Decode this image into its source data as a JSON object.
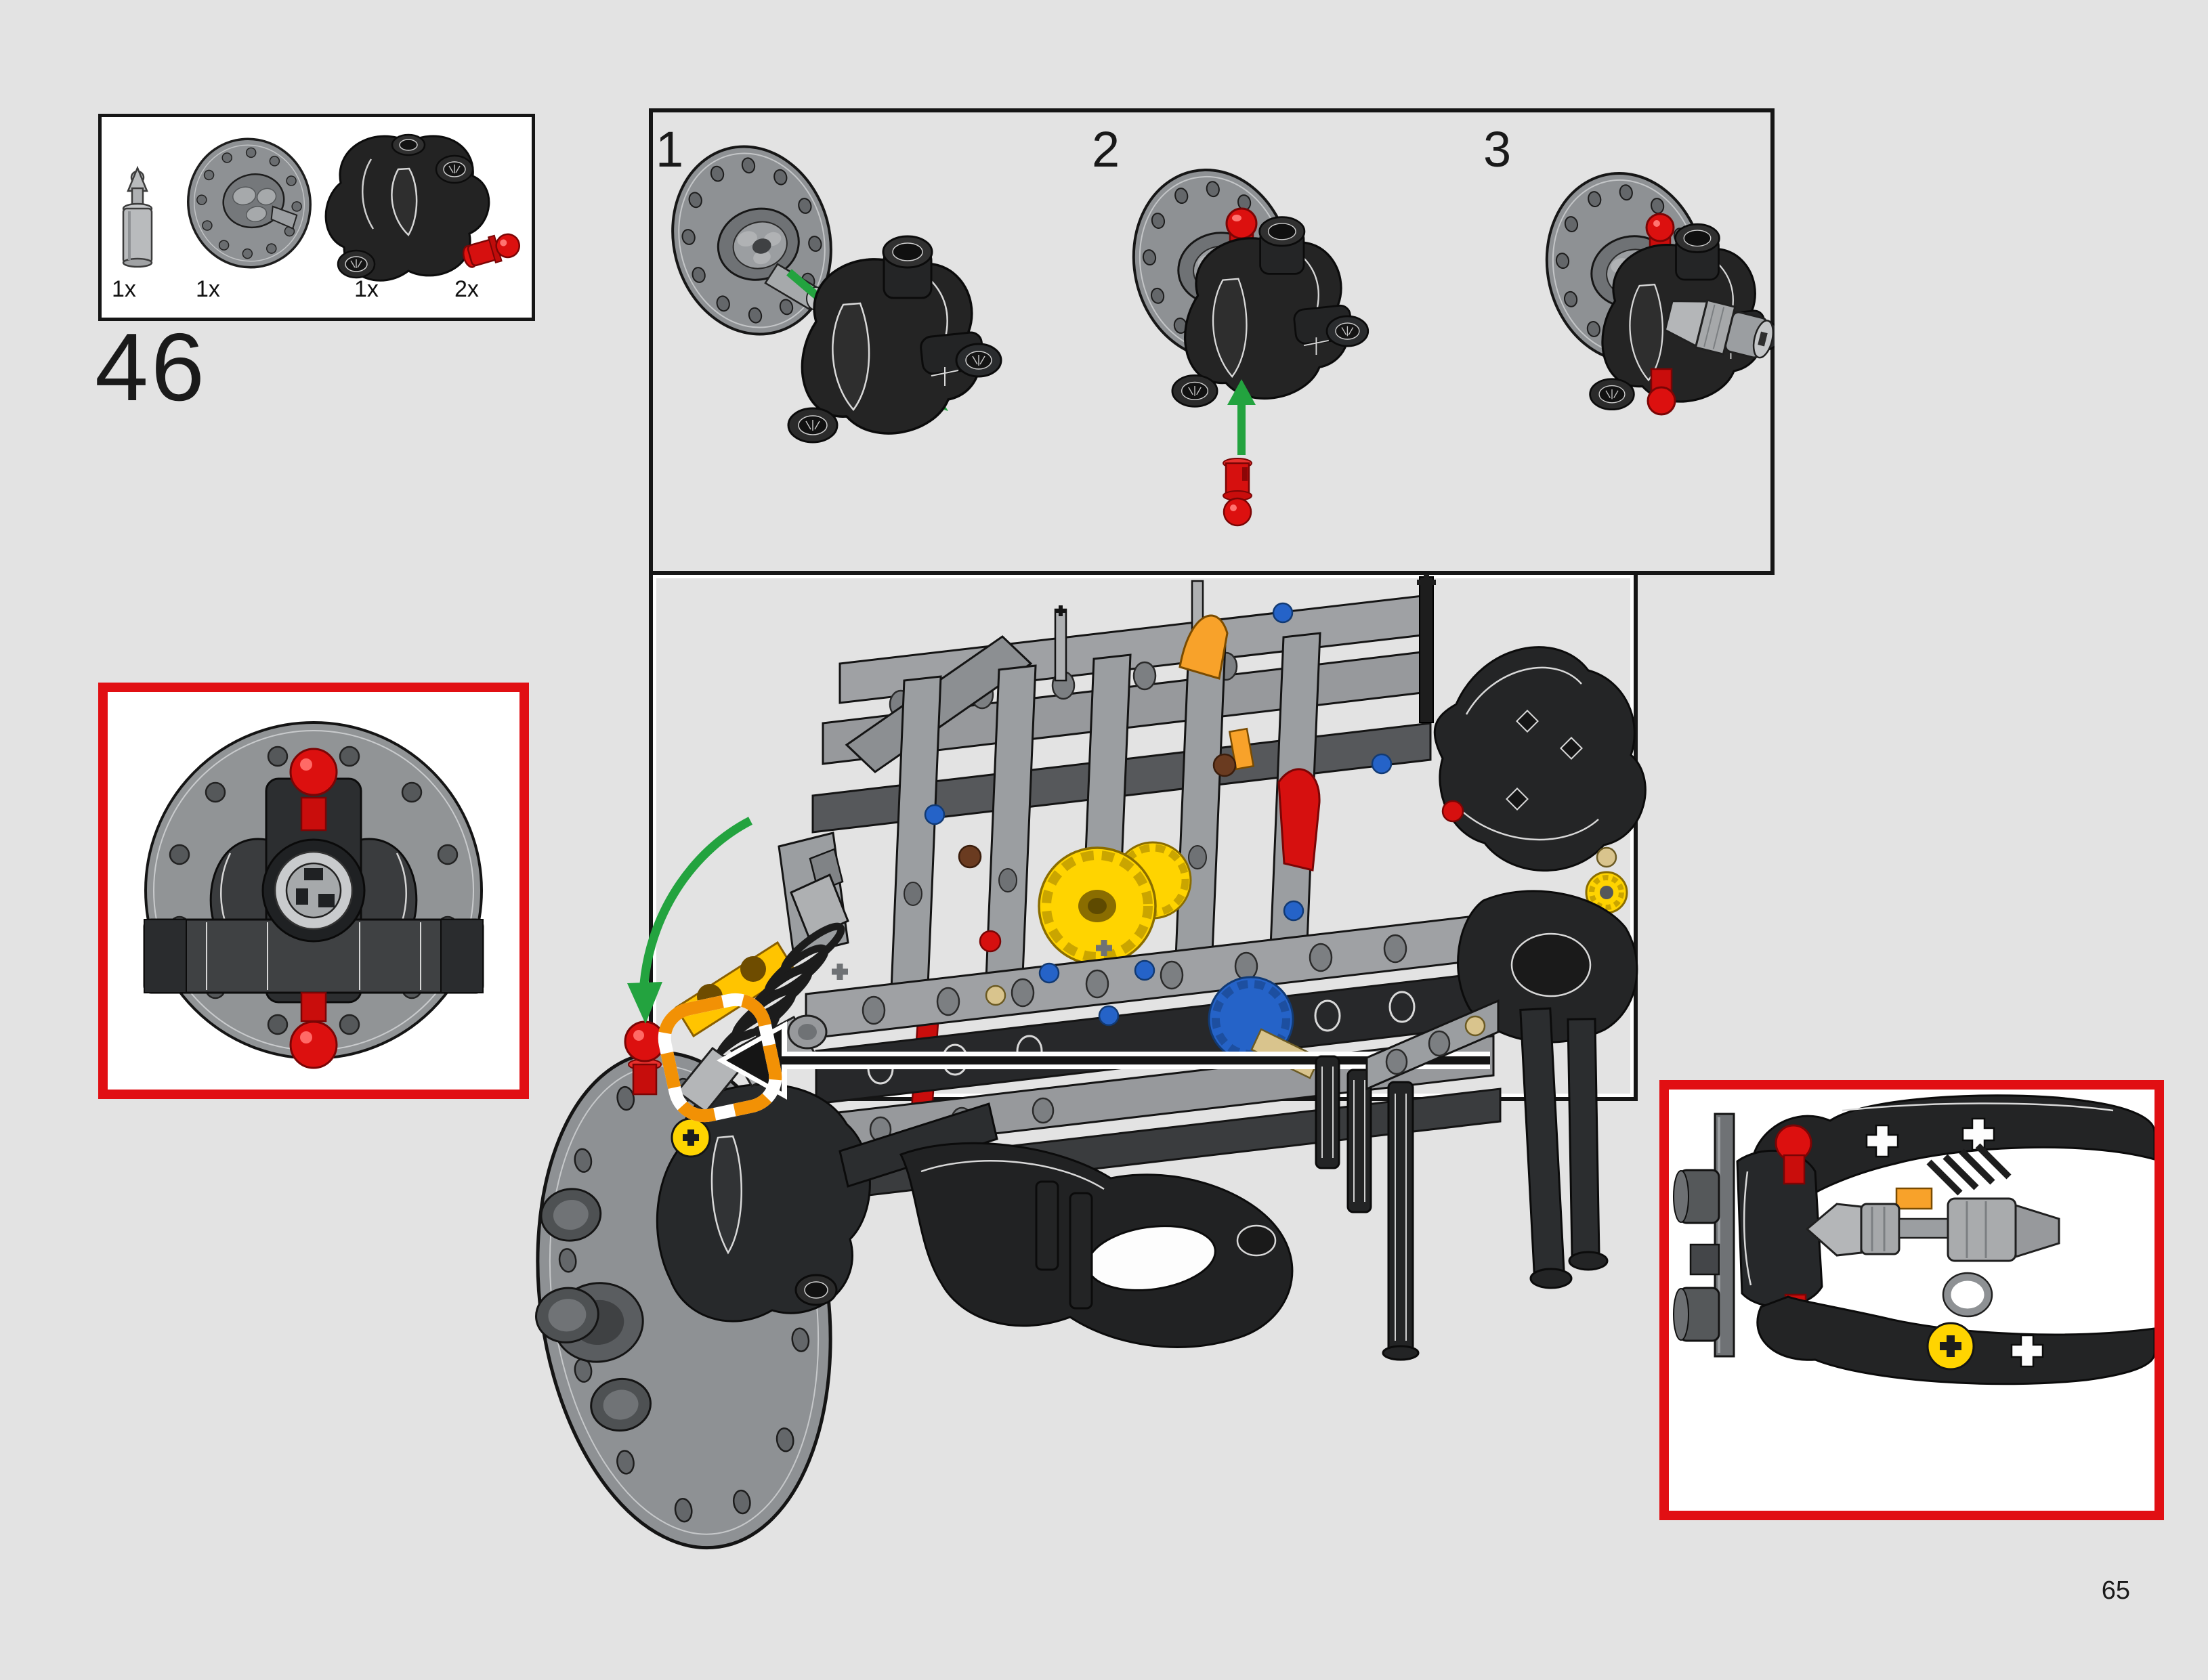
{
  "page": {
    "number": "65",
    "background": "#e3e3e3"
  },
  "step": {
    "number": "46"
  },
  "parts_callout": {
    "items": [
      {
        "qty": "1x",
        "part": "towball-pin-gray"
      },
      {
        "qty": "1x",
        "part": "brake-disc-hub-gray"
      },
      {
        "qty": "1x",
        "part": "steering-knuckle-black"
      },
      {
        "qty": "2x",
        "part": "towball-pin-red"
      }
    ]
  },
  "substeps": {
    "labels": [
      "1",
      "2",
      "3"
    ]
  },
  "callouts": {
    "front_view": "brake-disc-front-view-detail",
    "side_view": "wheel-hub-driveshaft-side-detail"
  },
  "colors": {
    "border_black": "#161616",
    "callout_red": "#e10f13",
    "arrow_green": "#23a33f",
    "highlight_orange": "#f29105",
    "part_light_gray": "#9fa1a4",
    "part_mid_gray": "#8e9194",
    "part_dark_gray": "#55585a",
    "part_black": "#232425",
    "part_yellow": "#ffd400",
    "part_blue": "#2563c8",
    "part_red": "#d6100f",
    "part_tan": "#d9c48d",
    "part_orange": "#f8a22a"
  }
}
